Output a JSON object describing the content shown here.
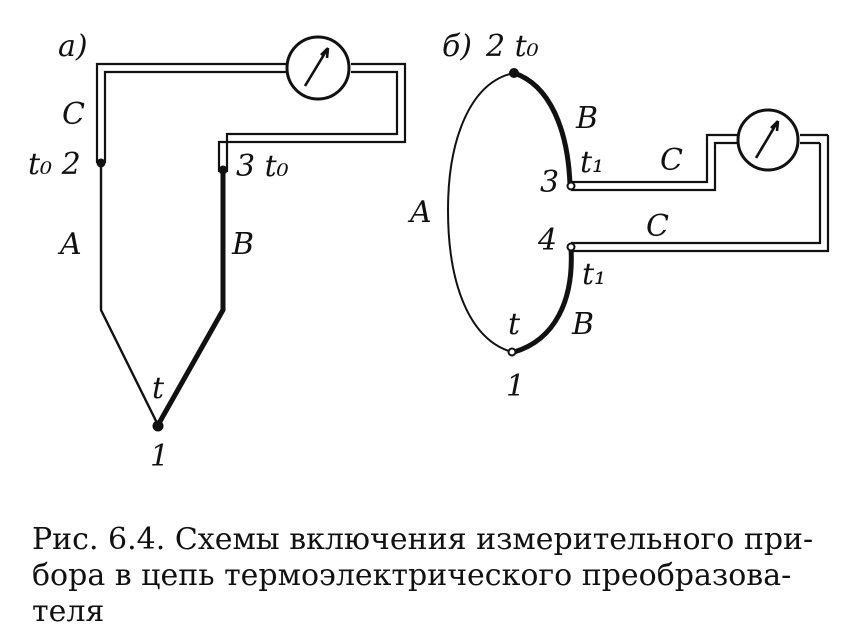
{
  "diagram_a": {
    "label": "а)",
    "conductor_left": "C",
    "junction_left": "t₀ 2",
    "junction_right": "3 t₀",
    "wire_left": "A",
    "wire_right": "B",
    "hot_junction_temp": "t",
    "hot_junction_num": "1"
  },
  "diagram_b": {
    "label": "б)",
    "top_junction": "2 t₀",
    "wire_b_top": "B",
    "junction_3_num": "3",
    "junction_3_temp": "t₁",
    "lead_upper": "C",
    "wire_a": "A",
    "lead_lower": "C",
    "junction_4_num": "4",
    "junction_4_temp": "t₁",
    "hot_temp": "t",
    "wire_b_bottom": "B",
    "hot_num": "1"
  },
  "caption": {
    "line1": "Рис. 6.4. Схемы включения измерительного при-",
    "line2": "бора в цепь термоэлектрического преобразова-",
    "line3": "теля"
  }
}
